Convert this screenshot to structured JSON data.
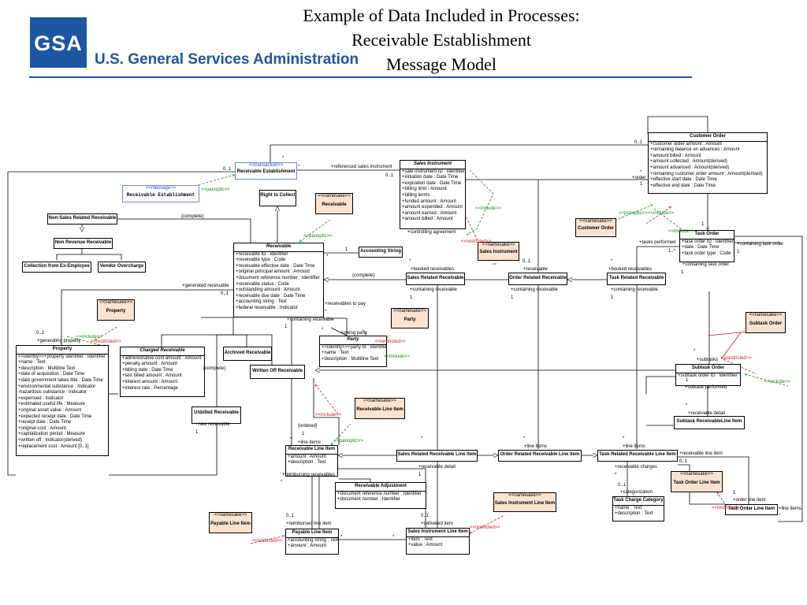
{
  "header": {
    "title_lines": [
      "Example of Data Included in Processes:",
      "Receivable Establishment",
      "Message Model"
    ],
    "logo_text": "GSA",
    "agency_name": "U.S. General Services Administration"
  },
  "classes": {
    "customer_order": {
      "name": "Customer Order",
      "attrs": [
        "+customer order amount : Amount",
        "+remaining balance on advances : Amount",
        "+amount billed : Amount",
        "+amount collected : Amount(derived)",
        "+amount advanced : Amount(derived)",
        "+remaining customer order amount : Amount(derived)",
        "+effective start date : Date Time",
        "+effective end date : Date Time"
      ]
    },
    "receivable_establishment": {
      "stereotype": "<<transaction>>",
      "name": "Receivable Establishment"
    },
    "message": {
      "stereotype": "<<message>>",
      "name": "Receivable Establishment"
    },
    "sales_instrument": {
      "name": "Sales Instrument",
      "attrs": [
        "+sale instrument ID : Identifier",
        "+initiation date : Date Time",
        "+expiration date : Date Time",
        "+billing limit : Amount",
        "+billing terms",
        "+funded amount : Amount",
        "+amount expended : Amount",
        "+amount earned : Amount",
        "+amount billed : Amount"
      ]
    },
    "right_to_collect": {
      "name": "Right to Collect"
    },
    "receivable_ns": {
      "stereotype": "<<namesake>>",
      "name": "Receivable"
    },
    "non_sales_related": {
      "name": "Non-Sales Related Receivable"
    },
    "non_revenue": {
      "name": "Non Revenue Receivable"
    },
    "collection_ex_employee": {
      "name": "Collection from Ex-Employee"
    },
    "vendor_overcharge": {
      "name": "Vendor Overcharge"
    },
    "receivable": {
      "name": "Receivable",
      "attrs": [
        "+receivable ID : Identifier",
        "+receivable type : Code",
        "+receivable effective date : Date Time",
        "+original principal amount : Amount",
        "+document reference number : Identifier",
        "+receivable status : Code",
        "+outstanding amount : Amount",
        "+receivable due date : Date Time",
        "+accounting string : Text",
        "+federal receivable : Indicator"
      ]
    },
    "accounting_string": {
      "name": "Accounting String"
    },
    "sales_instrument_ns": {
      "stereotype": "<<namesake>>",
      "name": "Sales Instrument"
    },
    "customer_order_ns": {
      "stereotype": "<<namesake>>",
      "name": "Customer Order"
    },
    "task_order": {
      "name": "Task Order",
      "attrs": [
        "+task order ID : Identifier",
        "+date : Date Time",
        "+task order type : Code"
      ]
    },
    "sales_related_receivable": {
      "name": "Sales Related Receivable"
    },
    "order_related_receivable": {
      "name": "Order Related Receivable"
    },
    "task_related_receivable": {
      "name": "Task Related Receivable"
    },
    "property_ns": {
      "stereotype": "<<namesake>>",
      "name": "Property"
    },
    "party_ns": {
      "stereotype": "<<namesake>>",
      "name": "Party"
    },
    "subtask_order_ns": {
      "stereotype": "<<namesake>>",
      "name": "Subtask Order"
    },
    "property": {
      "name": "Property",
      "attrs": [
        "<<identity>>+property identifier : Identifier",
        "+name : Text",
        "+description : Multiline Text",
        "+date of acquisition : Date Time",
        "+date government takes title : Date Time",
        "+environmental substance : Indicator",
        "-hazardous substance : Indicator",
        "+expensed : Indicator",
        "+estimated useful life : Measure",
        "+original asset value : Amount",
        "+expected receipt date : Date Time",
        "+receipt date : Date Time",
        "+original cost : Amount",
        "+capitalization period : Measure",
        "+written off : Indicator(derived)",
        "+replacement cost : Amount [0..1]"
      ]
    },
    "charged_receivable": {
      "name": "Charged Receivable",
      "attrs": [
        "+administrative cost amount : Amount",
        "+penalty amount : Amount",
        "+billing date : Date Time",
        "+last billed amount : Amount",
        "+interest amount : Amount",
        "+interest rate : Percentage"
      ]
    },
    "archived_receivable": {
      "name": "Archived Receivable"
    },
    "written_off_receivable": {
      "name": "Written Off Receivable"
    },
    "party": {
      "name": "Party",
      "attrs": [
        "<<identity>>+party Id : Identifier",
        "+name : Text",
        "+description : Multiline Text"
      ]
    },
    "subtask_order": {
      "name": "Subtask Order",
      "attrs": [
        "+subtask order ID : Identifier"
      ]
    },
    "receivable_line_item_ns": {
      "stereotype": "<<namesake>>",
      "name": "Receivable Line Item"
    },
    "subtask_receivable_line_item": {
      "name": "Subtask ReceivableLine Item"
    },
    "unbilled_receivable": {
      "name": "Unbilled Receivable"
    },
    "receivable_line_item": {
      "name": "Receivable Line Item",
      "attrs": [
        "+amount : Amount",
        "+description : Text"
      ]
    },
    "sales_related_receivable_line_item": {
      "name": "Sales Related Receivable Line Item"
    },
    "order_related_receivable_line_item": {
      "name": "Order Related Receivable Line Item"
    },
    "task_related_receivable_line_item": {
      "name": "Task Related Receivable Line Item"
    },
    "task_order_line_item_ns": {
      "stereotype": "<<namesake>>",
      "name": "Task Order Line Item"
    },
    "receivable_adjustment": {
      "name": "Receivable Adjustment",
      "attrs": [
        "+document reference number : Identifier",
        "+document number : Identifier"
      ]
    },
    "task_charge_category": {
      "name": "Task Charge Category",
      "attrs": [
        "+name : Text",
        "+description : Text"
      ]
    },
    "sales_instrument_line_item_ns": {
      "stereotype": "<<namesake>>",
      "name": "Sales Instrument Line Item"
    },
    "payable_line_item_ns": {
      "stereotype": "<<namesake>>",
      "name": "Payable Line Item"
    },
    "payable_line_item": {
      "name": "Payable Line Item",
      "attrs": [
        "+accounting string : Text",
        "+amount : Amount"
      ]
    },
    "sales_instrument_line_item": {
      "name": "Sales Instrument Line Item",
      "attrs": [
        "+item : Text",
        "+value : Amount"
      ]
    },
    "task_order_line_item": {
      "name": "Task Order Line Item"
    }
  },
  "labels": {
    "m_01_top": "0..1",
    "star_top": "*",
    "m_01_reest": "0..1",
    "ref_si": "+referenced sales instrument",
    "m_01_si": "0..1",
    "panoptic_1": "<<panoptic>>",
    "panoptic_2": "<<panoptic>>",
    "panoptic_3": "<<panoptic>>",
    "panoptic_4": "<<panoptic>>",
    "complete_1": "{complete}",
    "complete_2": "{complete}",
    "complete_3": "{complete}",
    "include_1": "<<include>>",
    "include_2": "<<include>>",
    "include_3": "<<include>>",
    "include_4": "<<include>>",
    "include_5": "<<include>>",
    "include_6": "<<include>>",
    "include_7": "<<include>>",
    "restricted_1": "<<restricted>>",
    "restricted_2": "<<restricted>>",
    "restricted_3": "<<restricted>>",
    "restricted_4": "<<restricted>>",
    "restricted_5": "<<restricted>>",
    "restricted_6": "<<restricted>>",
    "star_order": "*",
    "order_lbl": "+order",
    "one_order": "1",
    "one_to": "1",
    "to_star": "1..*",
    "controlling_agreement": "+controlling agreement",
    "containing_task_order_r": "+containing task order",
    "containing_task_order": "+containing task order",
    "tasks_performed": "+tasks performed",
    "one_acct": "1",
    "star_acct": "*",
    "booked_receivables": "+booked receivables",
    "m_01_orr": "0..1",
    "receivable_lbl": "+receivable",
    "star_trr": "*",
    "booked_receivables2": "+booked receivables",
    "generated_receivable": "+generated receivable",
    "m_01_gen": "0..1",
    "star_srr": "*",
    "one_srr": "1",
    "containing_receivable_1": "+containing receivable",
    "containing_receivable_2": "+containing receivable",
    "containing_receivable_3": "+containing receivable",
    "containing_receivable_4": "+containing receivable",
    "one_srr2": "1",
    "one_orr": "1",
    "one_trr": "1",
    "receivables_to_pay": "+receivables to pay",
    "star_pay": "*",
    "m_01_prop": "0..1",
    "generating_property": "+generating property",
    "star_prop": "*",
    "owing_party": "+owing party",
    "subtasks": "+subtasks",
    "star_sub": "*",
    "one_sub": "1",
    "subtask_performed": "+subtask performed",
    "star_sub2": "*",
    "receivable_detail_1": "+receivable detail",
    "receivable_detail_2": "+receivable detail",
    "one_detail": "1",
    "star_rli": "*",
    "new_receivable": "+new receivable",
    "one_new": "1",
    "ordered": "{ordered}",
    "one_ordered": "1",
    "line_items_1": "+line items",
    "star_li1": "*",
    "line_items_2": "+line items",
    "star_li2": "*",
    "line_items_3": "+line items",
    "star_li3": "*",
    "line_items_4": "+line items",
    "receivable_line_item_lbl": "+receivable line item",
    "m_01_rli": "0..1",
    "reimbursing_receivables": "+reimbursing receivables",
    "star_reim": "*",
    "receivable_charges": "+receivable charges",
    "star_charges": "*",
    "m_01_cat": "0..1",
    "categorization": "+categorization",
    "order_line_item": "+order line item",
    "one_oli": "1",
    "m_01_pay": "0..1",
    "reimbursed_line_item": "+reimbursed line item",
    "one_pay": "1",
    "star_pay2": "*",
    "star_pay3": "*",
    "m_01_del": "0..1",
    "delivered_item": "+delivered item",
    "one_del": "1"
  }
}
